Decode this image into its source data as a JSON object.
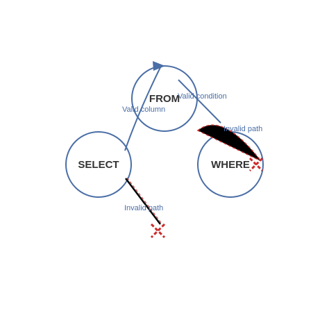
{
  "colors": {
    "node_stroke": "#4a6ea6",
    "valid_edge": "#4a6ea6",
    "invalid_edge": "#000000",
    "invalid_marker": "#cc2a2a"
  },
  "nodes": {
    "select": {
      "label": "SELECT"
    },
    "from": {
      "label": "FROM"
    },
    "where": {
      "label": "WHERE"
    }
  },
  "edges": {
    "select_to_from": {
      "label": "Valid column",
      "status": "valid"
    },
    "from_to_where": {
      "label": "Valid condition",
      "status": "valid"
    },
    "where_invalid": {
      "label": "Invalid path",
      "status": "invalid",
      "marker": "x-icon"
    },
    "select_invalid": {
      "label": "Invalid path",
      "status": "invalid",
      "marker": "x-icon"
    }
  }
}
